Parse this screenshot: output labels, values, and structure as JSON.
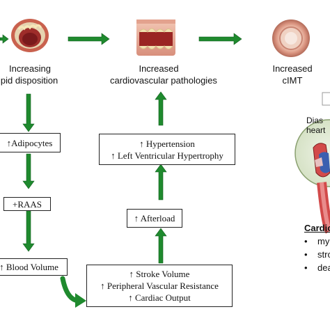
{
  "captions": {
    "lipid_line1": "Increasing",
    "lipid_line2": "Lipid disposition",
    "patho_line1": "Increased",
    "patho_line2": "cardiovascular pathologies",
    "cimt_line1": "Increased",
    "cimt_line2": "cIMT"
  },
  "boxes": {
    "adipocytes": "↑Adipocytes",
    "raas": "+RAAS",
    "blood_volume": "↑ Blood Volume",
    "hypertension": "↑ Hypertension",
    "lvh": "↑ Left Ventricular Hypertrophy",
    "afterload": "↑ Afterload",
    "stroke_volume": "↑ Stroke Volume",
    "pvr": "↑ Peripheral Vascular Resistance",
    "cardiac_output": "↑ Cardiac Output"
  },
  "inset": {
    "circle_line1": "Dias",
    "circle_line2": "heart"
  },
  "cardio_panel": {
    "heading": "Cardic",
    "bullets": [
      "myo",
      "stro",
      "dea"
    ]
  },
  "colors": {
    "arrow_green": "#1f8a2e",
    "box_border": "#222222"
  }
}
